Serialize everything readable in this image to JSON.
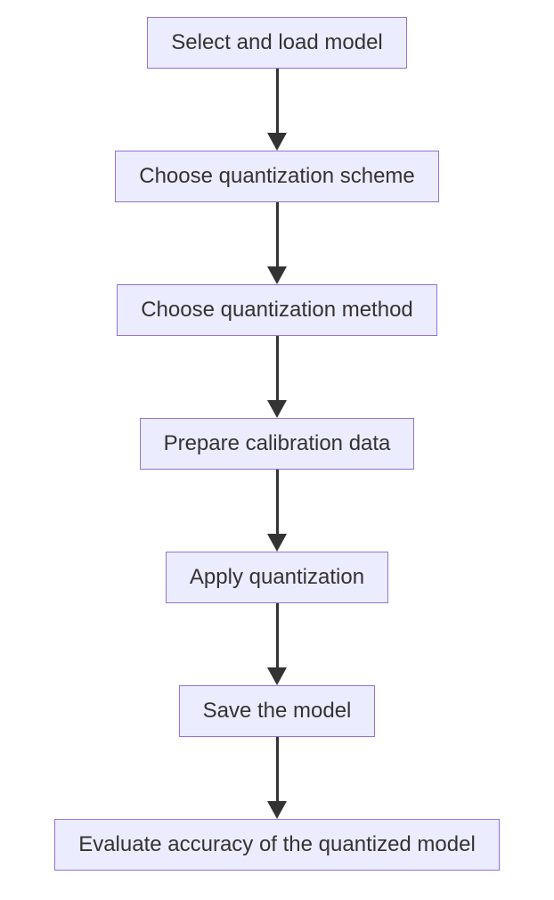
{
  "diagram": {
    "type": "flowchart",
    "direction": "top-down",
    "background_color": "#ffffff",
    "node_fill_color": "#ECECFF",
    "node_border_color": "#9370DB",
    "text_color": "#333333",
    "arrow_color": "#333333",
    "nodes": [
      {
        "id": "n1",
        "label": "Select and load model"
      },
      {
        "id": "n2",
        "label": "Choose quantization scheme"
      },
      {
        "id": "n3",
        "label": "Choose quantization method"
      },
      {
        "id": "n4",
        "label": "Prepare calibration data"
      },
      {
        "id": "n5",
        "label": "Apply quantization"
      },
      {
        "id": "n6",
        "label": "Save the model"
      },
      {
        "id": "n7",
        "label": "Evaluate accuracy of the quantized model"
      }
    ],
    "edges": [
      {
        "from": "n1",
        "to": "n2"
      },
      {
        "from": "n2",
        "to": "n3"
      },
      {
        "from": "n3",
        "to": "n4"
      },
      {
        "from": "n4",
        "to": "n5"
      },
      {
        "from": "n5",
        "to": "n6"
      },
      {
        "from": "n6",
        "to": "n7"
      }
    ]
  }
}
